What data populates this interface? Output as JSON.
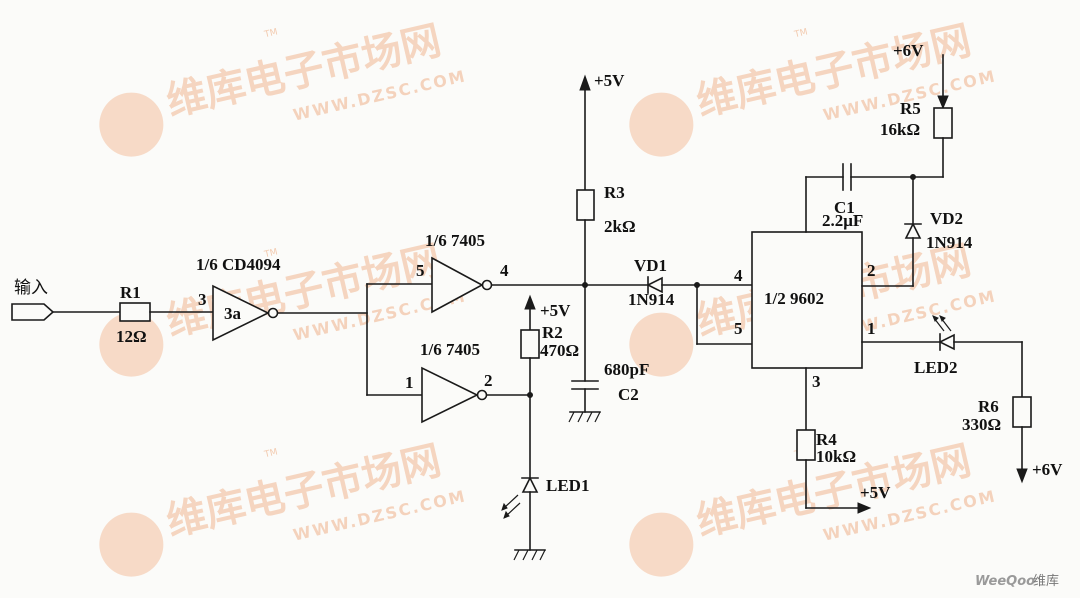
{
  "input_label": "输入",
  "gates": {
    "u3a": {
      "part": "1/6 CD4094",
      "inner": "3a",
      "pin_in": "3"
    },
    "inv_top": {
      "part": "1/6 7405",
      "pin_in": "5",
      "pin_out": "4"
    },
    "inv_bottom": {
      "part": "1/6 7405",
      "pin_in": "1",
      "pin_out": "2"
    }
  },
  "ic": {
    "name": "1/2 9602",
    "pins": {
      "p1": "1",
      "p2": "2",
      "p3": "3",
      "p4": "4",
      "p5": "5"
    }
  },
  "resistors": {
    "r1": {
      "name": "R1",
      "value": "12Ω"
    },
    "r2": {
      "name": "R2",
      "value": "470Ω"
    },
    "r3": {
      "name": "R3",
      "value": "2kΩ"
    },
    "r4": {
      "name": "R4",
      "value": "10kΩ"
    },
    "r5": {
      "name": "R5",
      "value": "16kΩ"
    },
    "r6": {
      "name": "R6",
      "value": "330Ω"
    }
  },
  "capacitors": {
    "c1": {
      "name": "C1",
      "value": "2.2μF"
    },
    "c2": {
      "name": "C2",
      "value": "680pF"
    }
  },
  "diodes": {
    "vd1": {
      "name": "VD1",
      "part": "1N914"
    },
    "vd2": {
      "name": "VD2",
      "part": "1N914"
    },
    "led1": {
      "name": "LED1"
    },
    "led2": {
      "name": "LED2"
    }
  },
  "supplies": {
    "v5_top": "+5V",
    "v5_r2": "+5V",
    "v5_r4": "+5V",
    "v6_r5": "+6V",
    "v6_r6": "+6V"
  },
  "watermark": {
    "text": "维库电子市场网",
    "url": "WWW.DZSC.COM",
    "tm": "TM"
  },
  "corner": {
    "brand": "WeeQoo",
    "suffix": "维库"
  },
  "colors": {
    "wire": "#1a1a1a",
    "watermark": "#f3c9ad",
    "background": "#fbfbf9"
  }
}
